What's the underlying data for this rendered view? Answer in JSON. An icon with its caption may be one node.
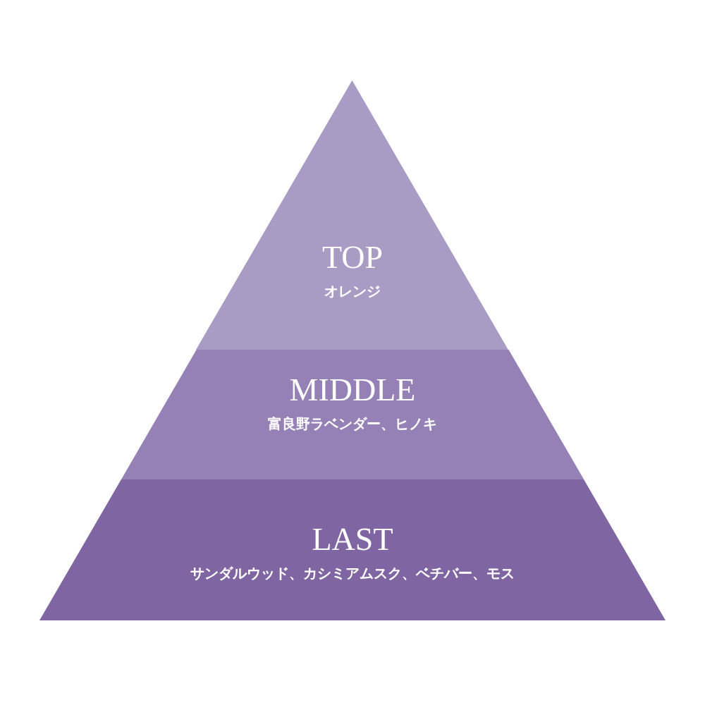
{
  "diagram": {
    "nodes": [
      {
        "text": [
          "TOP",
          "オレンジ"
        ]
      },
      {
        "text": [
          "MIDDLE",
          "富良野ラベンダー、ヒノキ"
        ]
      },
      {
        "text": [
          "LAST",
          "サンダルウッド、カシミアムスク、ベチバー、モス"
        ]
      }
    ]
  }
}
